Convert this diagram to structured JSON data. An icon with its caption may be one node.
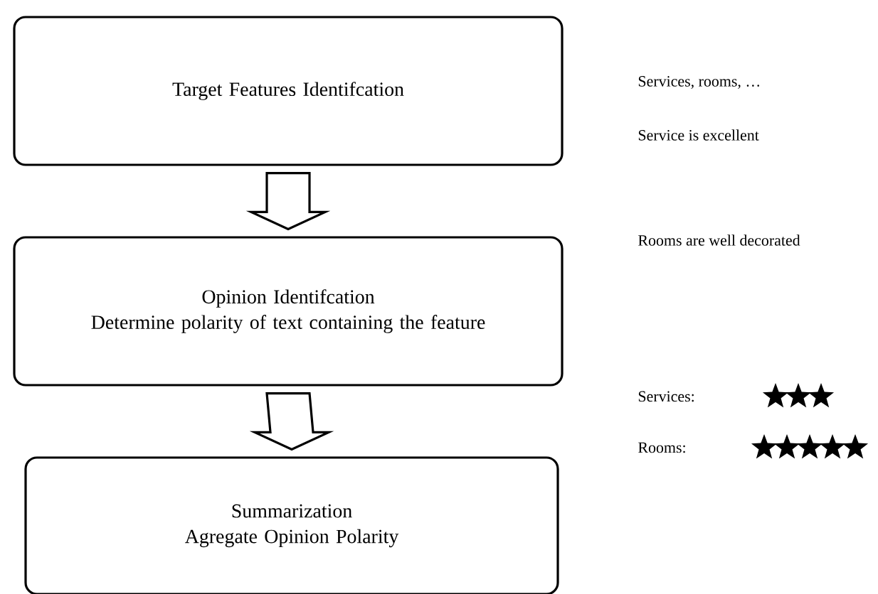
{
  "diagram": {
    "nodes": [
      {
        "text": [
          "Target Features Identifcation"
        ]
      },
      {
        "text": [
          "Opinion Identifcation",
          "Determine polarity of text containing the feature"
        ]
      },
      {
        "text": [
          "Summarization",
          "Agregate Opinion Polarity"
        ]
      }
    ],
    "edges": [
      {
        "from": 0,
        "to": 1,
        "arrow": "to"
      },
      {
        "from": 1,
        "to": 2,
        "arrow": "to"
      }
    ],
    "labels": [
      "Services, rooms, …",
      "Service is excellent",
      "Rooms are well decorated",
      "Services:",
      "Rooms:"
    ]
  }
}
